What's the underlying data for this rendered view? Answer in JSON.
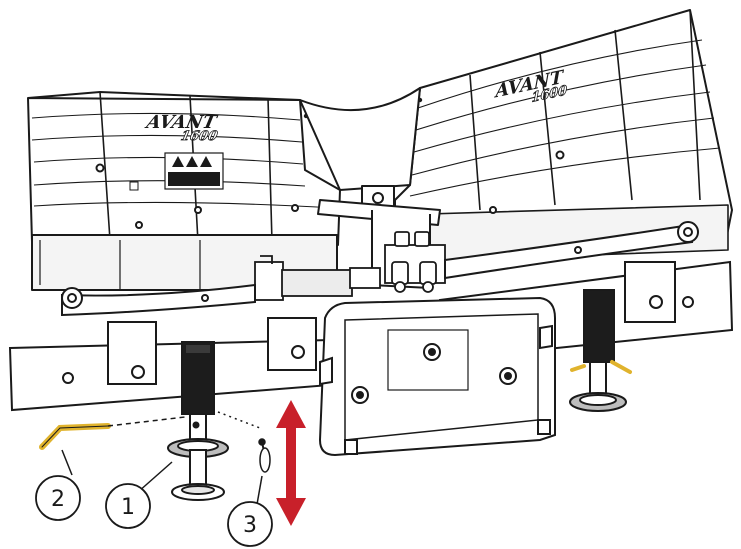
{
  "brand": {
    "name": "AVANT",
    "model": "1600"
  },
  "callouts": [
    {
      "number": "1",
      "part": "support-leg"
    },
    {
      "number": "2",
      "part": "locking-pin"
    },
    {
      "number": "3",
      "part": "lynch-pin"
    }
  ],
  "colors": {
    "line": "#1a1a1a",
    "body_fill": "#ffffff",
    "shade": "#d9d9d9",
    "leg_dark": "#1c1c1c",
    "pin_yellow": "#e0b32d",
    "arrow_red": "#c8202a"
  },
  "icons": {
    "adjust_direction": "double-arrow-vertical-icon",
    "warning": "warning-triangle-icon"
  }
}
